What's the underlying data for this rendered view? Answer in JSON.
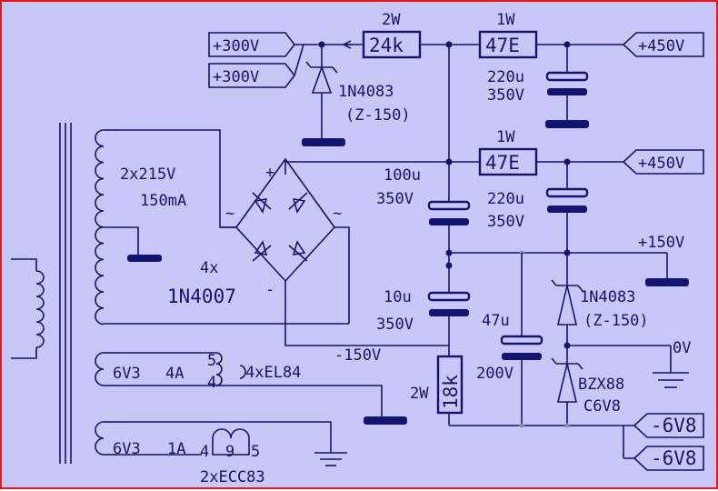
{
  "rails": {
    "in300_a": "+300V",
    "in300_b": "+300V",
    "out450_a": "+450V",
    "out450_b": "+450V",
    "plus150": "+150V",
    "minus150": "-150V",
    "zero": "0V",
    "neg6v8_a": "-6V8",
    "neg6v8_b": "-6V8"
  },
  "resistors": {
    "r24k": {
      "value": "24k",
      "power": "2W"
    },
    "r47e_a": {
      "value": "47E",
      "power": "1W"
    },
    "r47e_b": {
      "value": "47E",
      "power": "1W"
    },
    "r18k": {
      "value": "18k",
      "power": "2W"
    }
  },
  "capacitors": {
    "c220_a": {
      "cap": "220u",
      "volt": "350V"
    },
    "c100": {
      "cap": "100u",
      "volt": "350V"
    },
    "c220_b": {
      "cap": "220u",
      "volt": "350V"
    },
    "c10": {
      "cap": "10u",
      "volt": "350V"
    },
    "c47": {
      "cap": "47u",
      "volt": "200V"
    }
  },
  "diodes": {
    "d1": {
      "part": "1N4083",
      "note": "(Z-150)"
    },
    "d2": {
      "part": "1N4083",
      "note": "(Z-150)"
    },
    "zener": {
      "part": "BZX88",
      "note": "C6V8"
    },
    "bridge_count": "4x",
    "bridge_part": "1N4007",
    "bridge_plus": "+",
    "bridge_minus": "-",
    "bridge_ac_left": "~",
    "bridge_ac_right": "~"
  },
  "transformer": {
    "hv_winding": "2x215V",
    "hv_current": "150mA",
    "fil1_voltage": "6V3",
    "fil1_current": "4A",
    "fil1_pin_a": "5",
    "fil1_pin_b": "4",
    "fil1_tubes": "4xEL84",
    "fil2_voltage": "6V3",
    "fil2_current": "1A",
    "fil2_pin_a": "4",
    "fil2_pin_b": "9",
    "fil2_pin_c": "5",
    "fil2_tubes": "2xECC83"
  }
}
